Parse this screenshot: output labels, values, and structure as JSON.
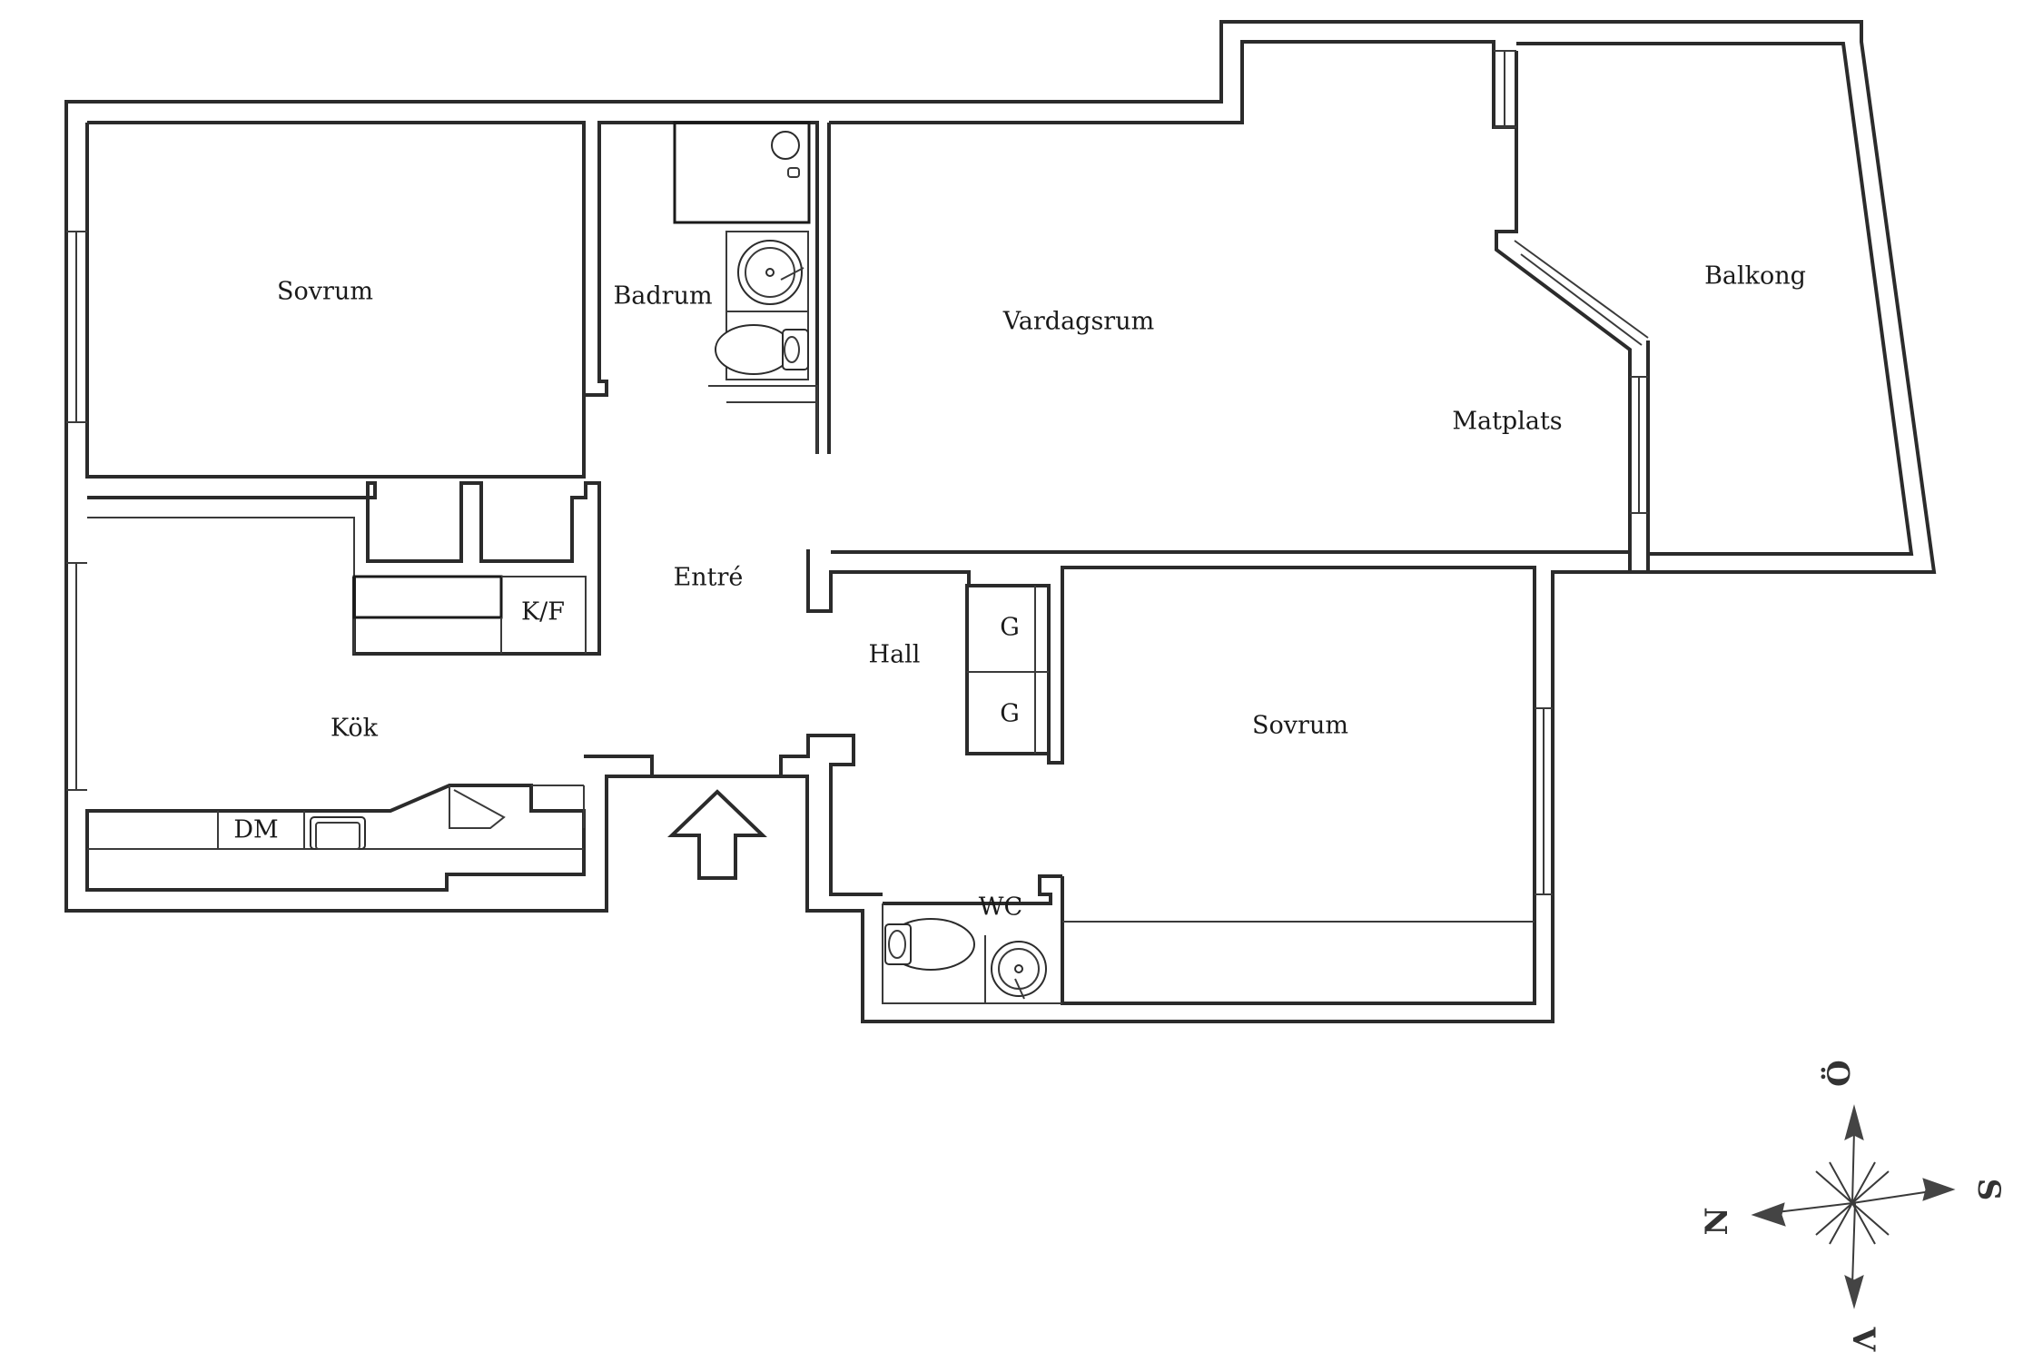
{
  "rooms": {
    "sovrum_1": "Sovrum",
    "badrum": "Badrum",
    "vardagsrum": "Vardagsrum",
    "balkong": "Balkong",
    "matplats": "Matplats",
    "entre": "Entré",
    "hall": "Hall",
    "kok": "Kök",
    "sovrum_2": "Sovrum",
    "wc": "WC"
  },
  "fixtures": {
    "kf": "K/F",
    "dm": "DM",
    "g1": "G",
    "g2": "G"
  },
  "compass": {
    "north": "N",
    "south": "S",
    "east": "Ö",
    "west": "V"
  },
  "colors": {
    "wall": "#2b2b2b",
    "background": "#ffffff",
    "compass": "#444444"
  }
}
